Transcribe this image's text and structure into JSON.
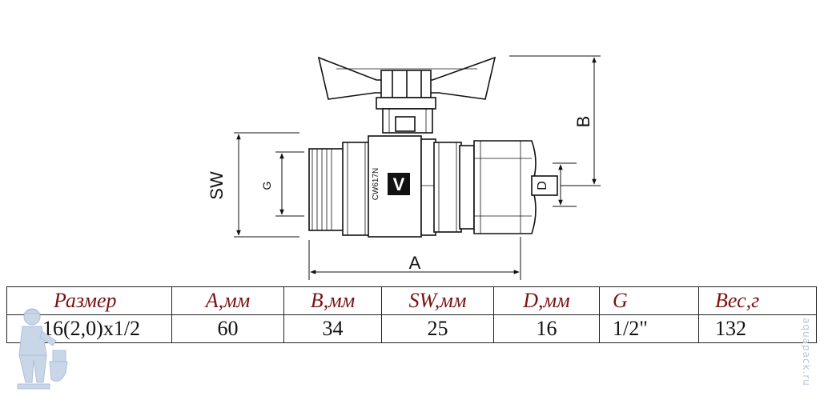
{
  "drawing": {
    "dimensions": {
      "a": "A",
      "b": "B",
      "sw": "SW",
      "g": "G",
      "d": "D"
    },
    "body_marking": "CW617N",
    "logo": "V"
  },
  "table": {
    "headers": [
      "Размер",
      "А,мм",
      "В,мм",
      "SW,мм",
      "D,мм",
      "G",
      "Вес,г"
    ],
    "row": [
      "16(2,0)х1/2",
      "60",
      "34",
      "25",
      "16",
      "1/2\"",
      "132"
    ]
  },
  "watermark": "aquapack.ru",
  "colors": {
    "header_text": "#7a1212",
    "line": "#111111",
    "watermark": "#b7c4d6"
  }
}
